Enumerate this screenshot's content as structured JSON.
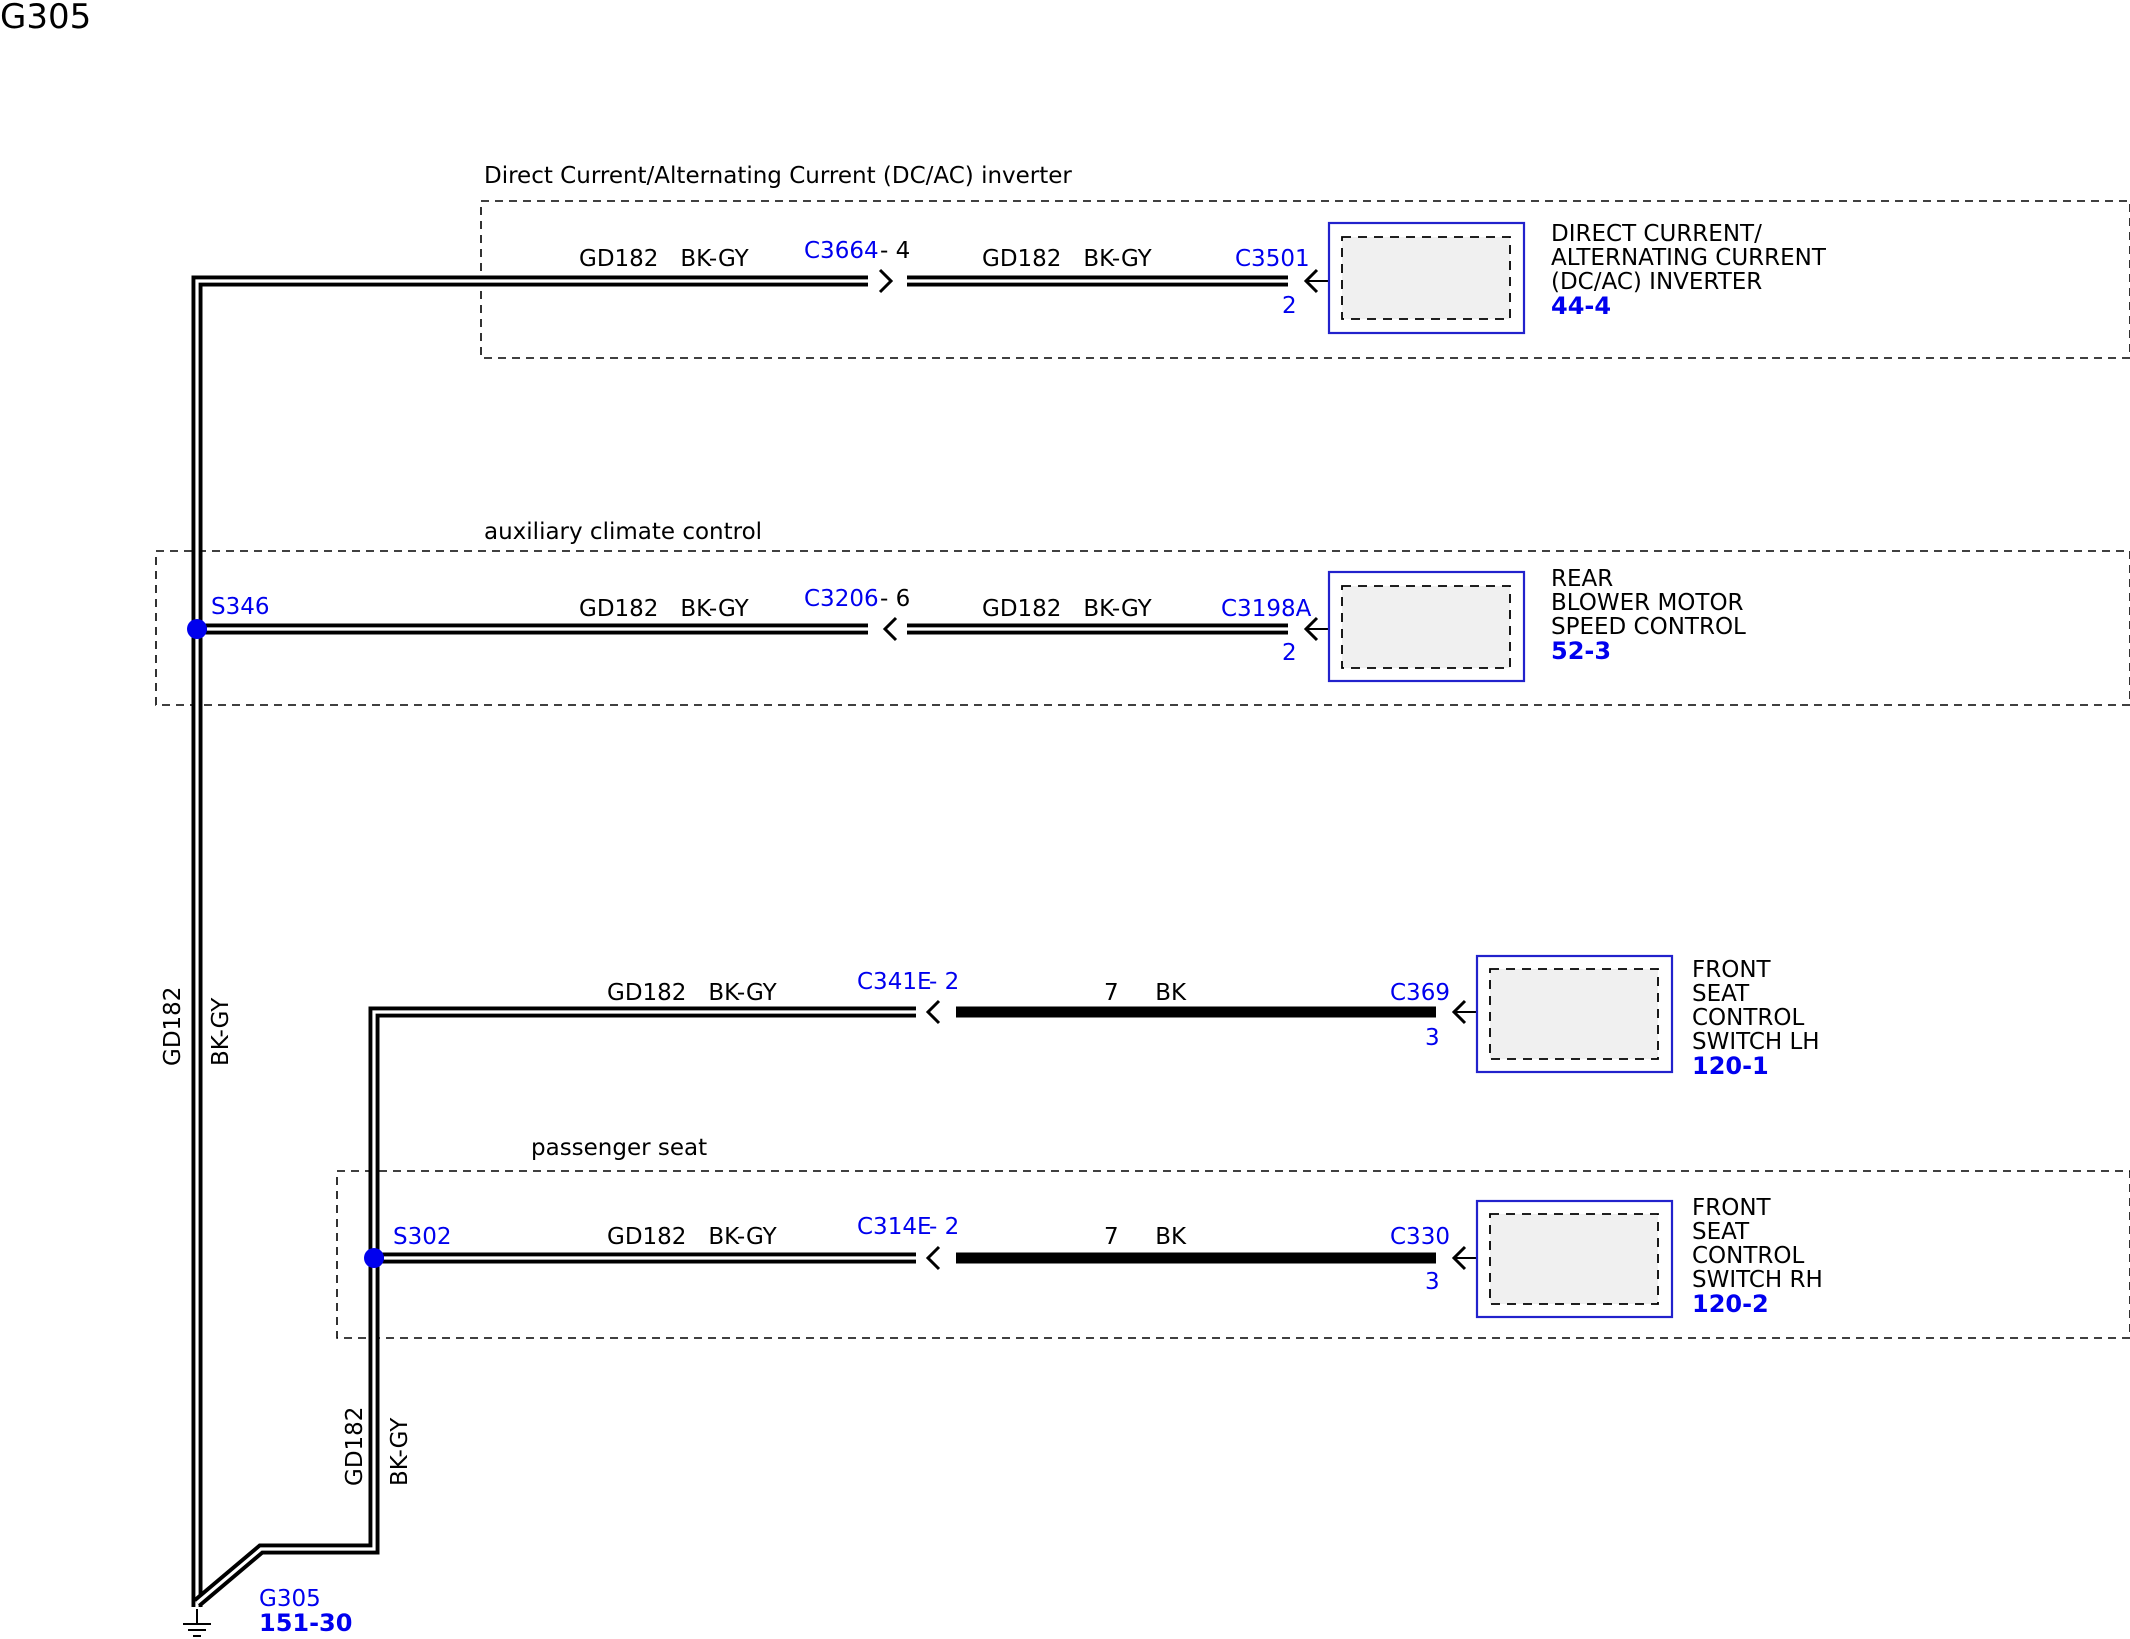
{
  "page_title": "G305",
  "zones": {
    "inverter": "Direct Current/Alternating Current (DC/AC) inverter",
    "aux_climate": "auxiliary climate control",
    "passenger_seat": "passenger seat"
  },
  "branches": {
    "inverter": {
      "wire_left": "GD182   BK-GY",
      "connector_mid": "C3664",
      "connector_mid_pin": "- 4",
      "wire_right": "GD182   BK-GY",
      "connector_end": "C3501",
      "connector_end_pin": "2",
      "component_lines": [
        "DIRECT CURRENT/",
        "ALTERNATING CURRENT",
        "(DC/AC) INVERTER"
      ],
      "component_ref": "44-4"
    },
    "blower": {
      "splice": "S346",
      "wire_left": "GD182   BK-GY",
      "connector_mid": "C3206",
      "connector_mid_pin": "- 6",
      "wire_right": "GD182   BK-GY",
      "connector_end": "C3198A",
      "connector_end_pin": "2",
      "component_lines": [
        "REAR",
        "BLOWER MOTOR",
        "SPEED CONTROL"
      ],
      "component_ref": "52-3"
    },
    "seat_lh": {
      "wire_left": "GD182   BK-GY",
      "connector_mid": "C341E",
      "connector_mid_pin": "- 2",
      "wire_right": "7     BK",
      "connector_end": "C369",
      "connector_end_pin": "3",
      "component_lines": [
        "FRONT",
        "SEAT",
        "CONTROL",
        "SWITCH LH"
      ],
      "component_ref": "120-1"
    },
    "seat_rh": {
      "splice": "S302",
      "wire_left": "GD182   BK-GY",
      "connector_mid": "C314E",
      "connector_mid_pin": "- 2",
      "wire_right": "7     BK",
      "connector_end": "C330",
      "connector_end_pin": "3",
      "component_lines": [
        "FRONT",
        "SEAT",
        "CONTROL",
        "SWITCH RH"
      ],
      "component_ref": "120-2"
    }
  },
  "trunk_wire": {
    "circuit": "GD182",
    "color": "BK-GY"
  },
  "seat_trunk_wire": {
    "circuit": "GD182",
    "color": "BK-GY"
  },
  "ground": {
    "label": "G305",
    "ref": "151-30"
  },
  "colors": {
    "link_blue": "#0000ee",
    "component_border": "#2222cc"
  }
}
